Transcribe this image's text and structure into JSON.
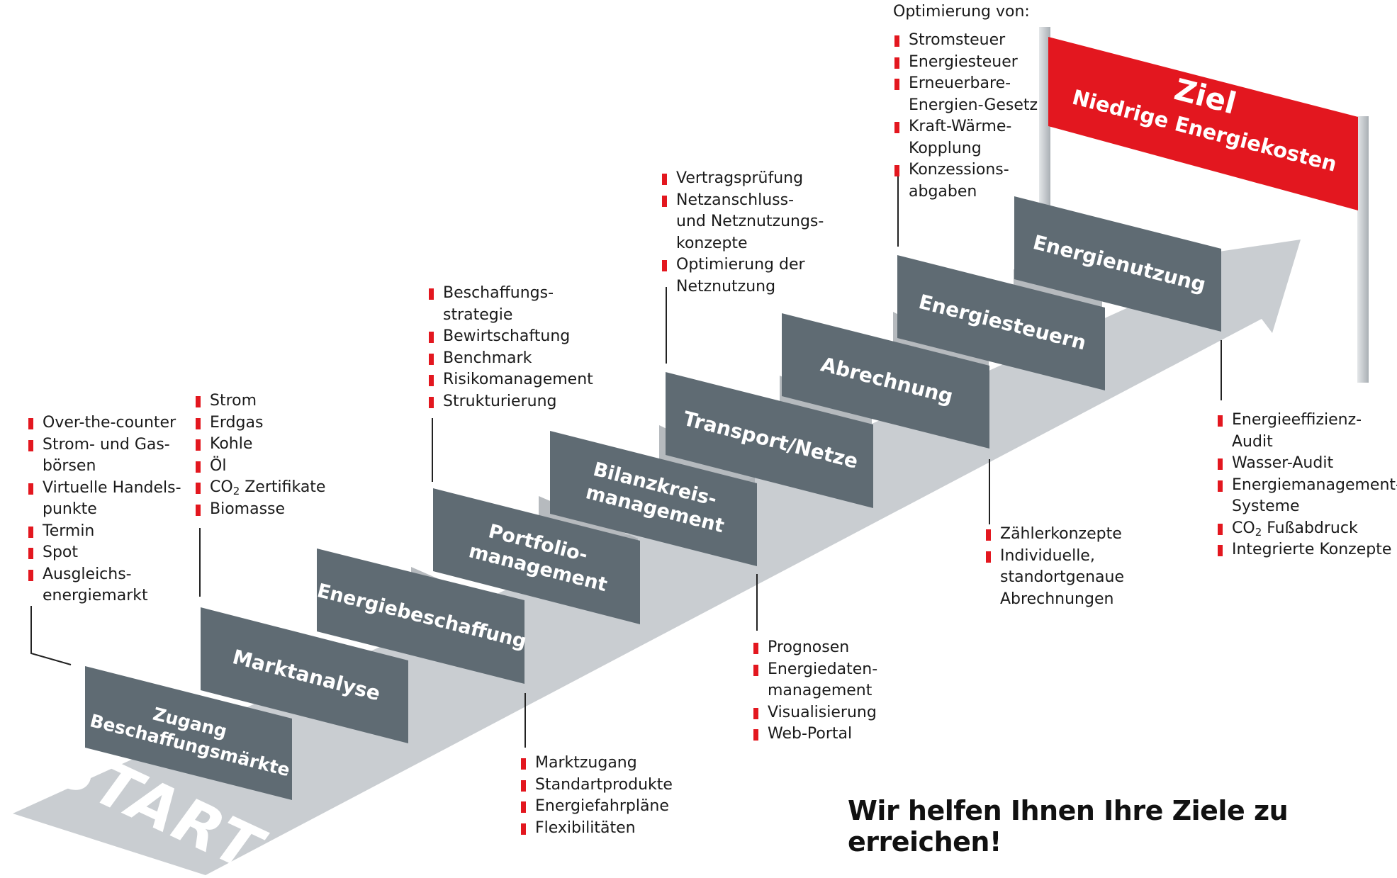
{
  "start_label": "START",
  "goal": {
    "title": "Ziel",
    "subtitle": "Niedrige Energiekosten"
  },
  "steps": [
    {
      "line1": "Zugang",
      "line2": "Beschaffungsmärkte"
    },
    {
      "line1": "Marktanalyse"
    },
    {
      "line1": "Energiebeschaffung"
    },
    {
      "line1": "Portfolio-",
      "line2": "management"
    },
    {
      "line1": "Bilanzkreis-",
      "line2": "management"
    },
    {
      "line1": "Transport/Netze"
    },
    {
      "line1": "Abrechnung"
    },
    {
      "line1": "Energiesteuern"
    },
    {
      "line1": "Energienutzung"
    }
  ],
  "lists": {
    "zugang": [
      "Over-the-counter",
      "Strom- und Gas-",
      "börsen",
      "Virtuelle Handels-",
      "punkte",
      "Termin",
      "Spot",
      "Ausgleichs-",
      "energiemarkt"
    ],
    "markt_items": [
      "Strom",
      "Erdgas",
      "Kohle",
      "Öl"
    ],
    "co2_prefix": "CO",
    "co2_sub": "2",
    "markt_co2_suffix": " Zertifikate",
    "markt_last": "Biomasse",
    "portfolio": [
      "Beschaffungs-",
      "strategie",
      "Bewirtschaftung",
      "Benchmark",
      "Risikomanagement",
      "Strukturierung"
    ],
    "beschaffung": [
      "Marktzugang",
      "Standartprodukte",
      "Energiefahrpläne",
      "Flexibilitäten"
    ],
    "bilanz": [
      "Prognosen",
      "Energiedaten-",
      "management",
      "Visualisierung",
      "Web-Portal"
    ],
    "transport": [
      "Vertragsprüfung",
      "Netzanschluss-",
      "und Netznutzungs-",
      "konzepte",
      "Optimierung der",
      "Netznutzung"
    ],
    "abrechnung": [
      "Zählerkonzepte",
      "Individuelle,",
      "standortgenaue",
      "Abrechnungen"
    ],
    "steuern_title": "Optimierung von:",
    "steuern": [
      "Stromsteuer",
      "Energiesteuer",
      "Erneuerbare-",
      "Energien-Gesetz",
      "Kraft-Wärme-",
      "Kopplung",
      "Konzessions-",
      "abgaben"
    ],
    "nutzung_pre": [
      "Energieeffizienz-Audit",
      "Wasser-Audit",
      "Energiemanagement-",
      "Systeme"
    ],
    "nutzung_co2_suffix": " Fußabdruck",
    "nutzung_last": "Integrierte Konzepte"
  },
  "slogan": "Wir helfen Ihnen Ihre Ziele zu erreichen!",
  "colors": {
    "board": "#5f6b73",
    "road": "#c9cdd1",
    "shadow": "#a9aeb3",
    "accent": "#e3171f",
    "post": "#c6cbcf"
  }
}
